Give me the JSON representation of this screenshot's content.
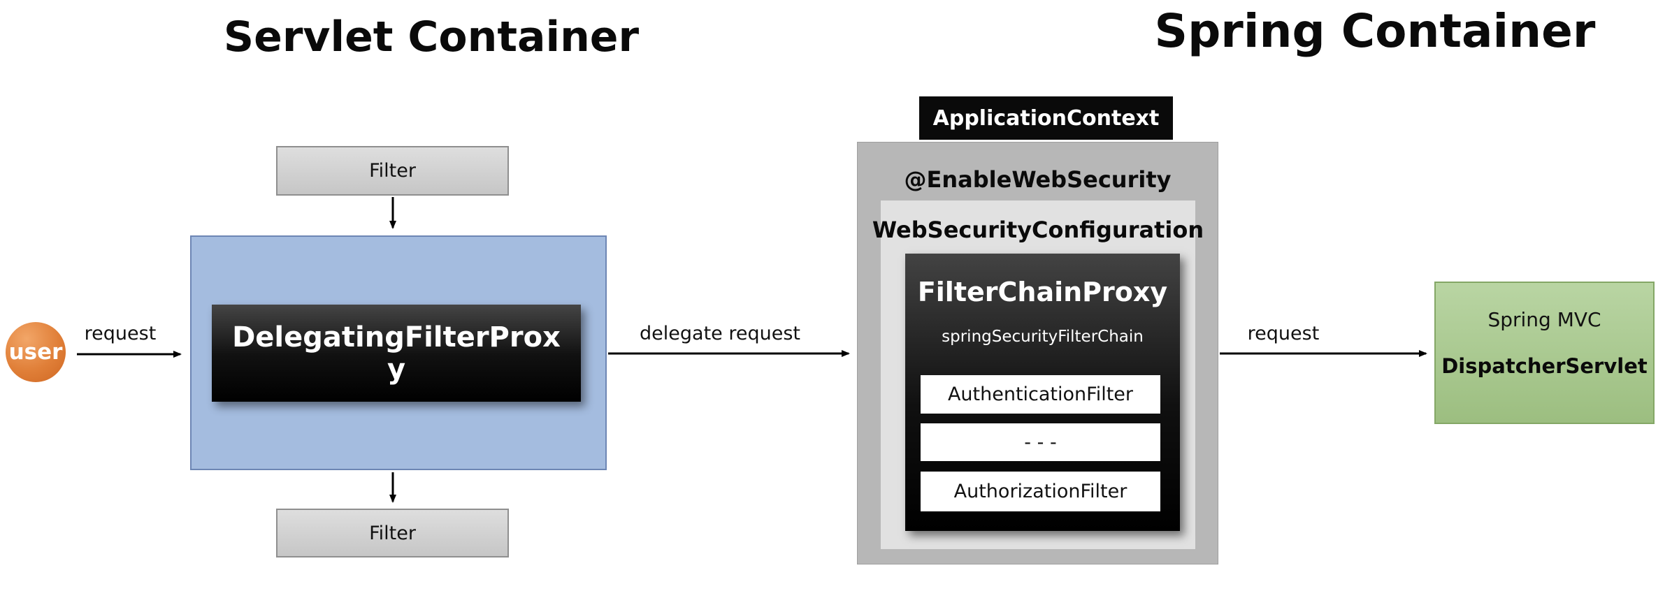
{
  "titles": {
    "servlet_container": "Servlet Container",
    "spring_container": "Spring Container"
  },
  "user": {
    "label": "user"
  },
  "arrows": {
    "request_left": "request",
    "delegate_request": "delegate request",
    "request_right": "request"
  },
  "servlet_side": {
    "filter_top": "Filter",
    "filter_bottom": "Filter",
    "delegating_filter_proxy": "DelegatingFilterProxy"
  },
  "spring_side": {
    "application_context": "ApplicationContext",
    "enable_web_security": "@EnableWebSecurity",
    "web_security_configuration": "WebSecurityConfiguration",
    "filter_chain_proxy": {
      "title": "FilterChainProxy",
      "subtitle": "springSecurityFilterChain",
      "filters": [
        "AuthenticationFilter",
        "- - -",
        "AuthorizationFilter"
      ]
    },
    "spring_mvc": {
      "label": "Spring MVC",
      "servlet": "DispatcherServlet"
    }
  },
  "colors": {
    "user_orange": "#e07f38",
    "servlet_box_blue_fill": "#a4bcdf",
    "servlet_box_blue_border": "#6d86b4",
    "proxy_black": "#000000",
    "filter_gray_fill": "#d2d2d2",
    "filter_gray_border": "#8f8f8f",
    "spring_outer_gray": "#b7b7b7",
    "spring_inner_gray": "#e1e1e1",
    "mvc_green_fill": "#aacb8f",
    "mvc_green_border": "#84a766",
    "label_black_bg": "#0a0a0a",
    "arrow_black": "#000000"
  }
}
